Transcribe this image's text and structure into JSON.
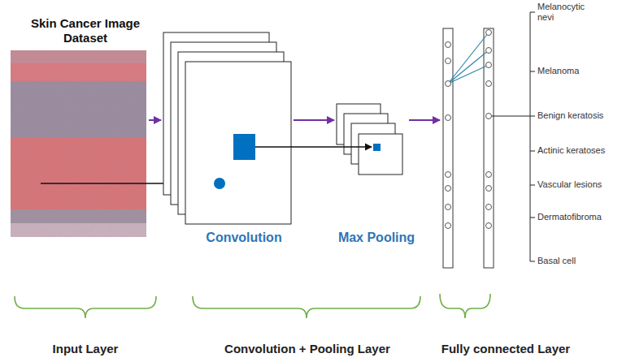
{
  "diagram": {
    "nodes": [
      {
        "text": [
          "Skin Cancer Image Dataset"
        ]
      },
      {
        "text": [
          "Convolution"
        ]
      },
      {
        "text": [
          "Max Pooling"
        ]
      }
    ],
    "edges": [
      {
        "from": 0,
        "to": 1,
        "arrow": "to"
      },
      {
        "from": 1,
        "to": 2,
        "arrow": "to"
      }
    ],
    "labels": [
      "Melanocytic nevi",
      "Melanoma",
      "Benign keratosis",
      "Actinic keratoses",
      "Vascular lesions",
      "Dermatofibroma",
      "Basal cell",
      "Input Layer",
      "Convolution + Pooling Layer",
      "Fully connected Layer"
    ]
  }
}
